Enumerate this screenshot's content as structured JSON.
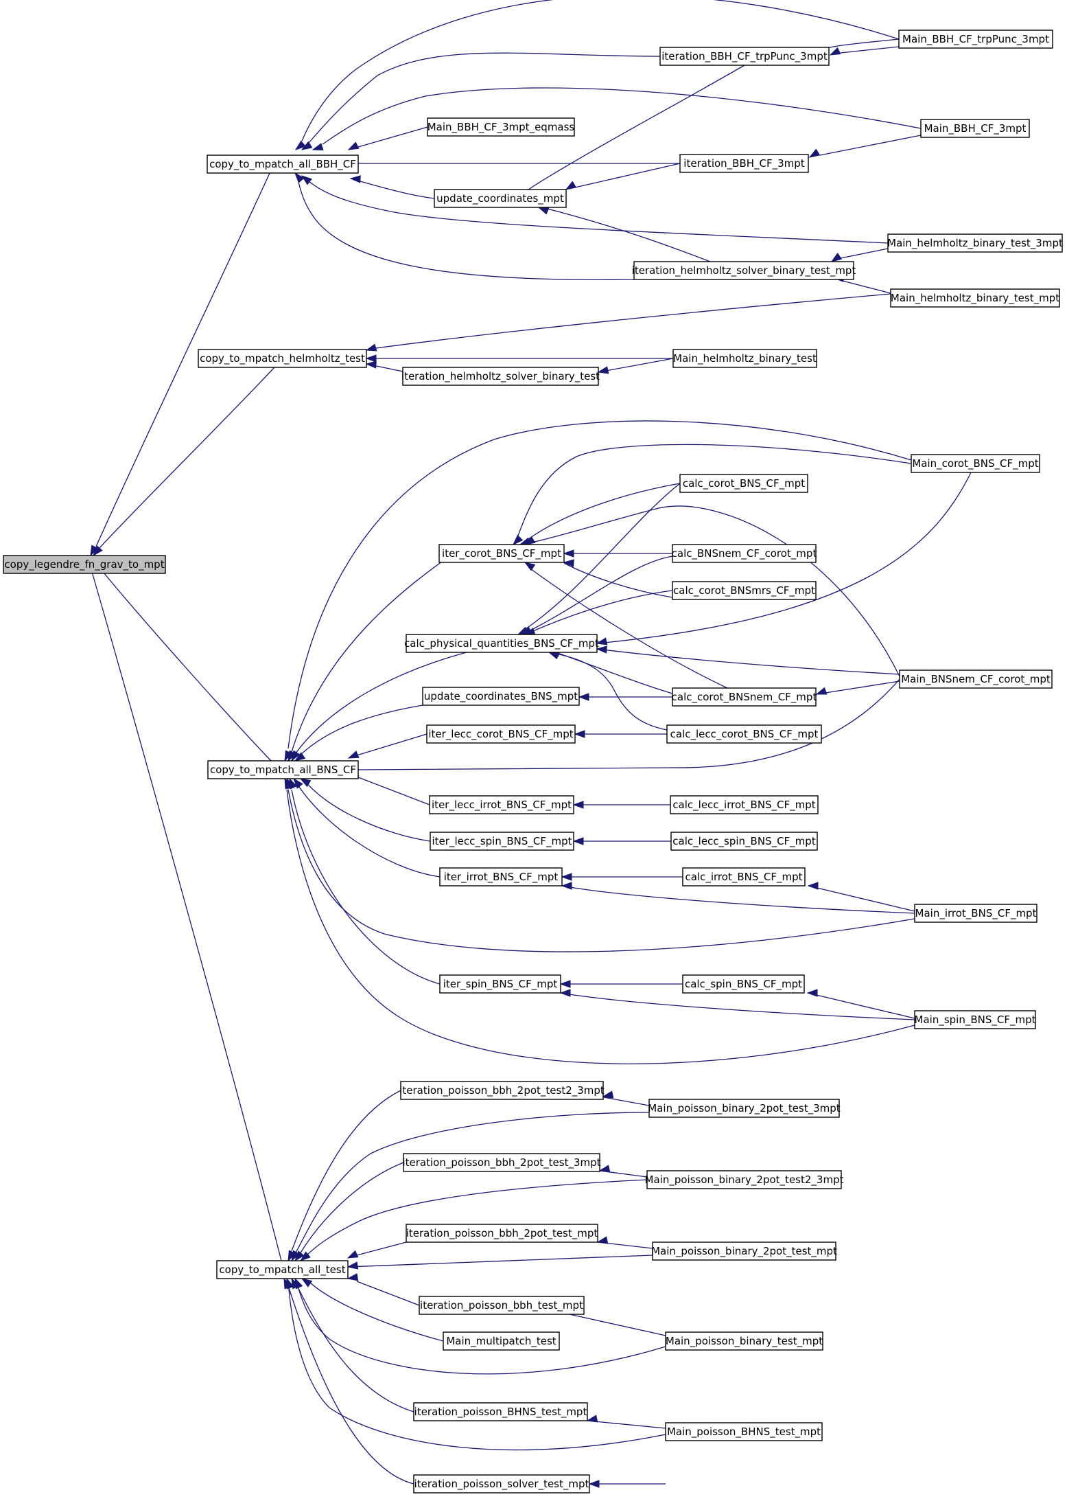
{
  "graph": {
    "root": "copy_legendre_fn_grav_to_mpt",
    "nodes": [
      {
        "id": "copy_legendre_fn_grav_to_mpt"
      },
      {
        "id": "copy_to_mpatch_all_BBH_CF"
      },
      {
        "id": "copy_to_mpatch_helmholtz_test"
      },
      {
        "id": "copy_to_mpatch_all_BNS_CF"
      },
      {
        "id": "copy_to_mpatch_all_test"
      },
      {
        "id": "iteration_BBH_CF_trpPunc_3mpt"
      },
      {
        "id": "Main_BBH_CF_trpPunc_3mpt"
      },
      {
        "id": "Main_BBH_CF_3mpt_eqmass"
      },
      {
        "id": "Main_BBH_CF_3mpt"
      },
      {
        "id": "iteration_BBH_CF_3mpt"
      },
      {
        "id": "update_coordinates_mpt"
      },
      {
        "id": "Main_helmholtz_binary_test_3mpt"
      },
      {
        "id": "iteration_helmholtz_solver_binary_test_mpt"
      },
      {
        "id": "Main_helmholtz_binary_test_mpt"
      },
      {
        "id": "iteration_helmholtz_solver_binary_test"
      },
      {
        "id": "Main_helmholtz_binary_test"
      },
      {
        "id": "Main_corot_BNS_CF_mpt"
      },
      {
        "id": "calc_corot_BNS_CF_mpt"
      },
      {
        "id": "iter_corot_BNS_CF_mpt"
      },
      {
        "id": "calc_BNSnem_CF_corot_mpt"
      },
      {
        "id": "calc_corot_BNSmrs_CF_mpt"
      },
      {
        "id": "calc_physical_quantities_BNS_CF_mpt"
      },
      {
        "id": "Main_BNSnem_CF_corot_mpt"
      },
      {
        "id": "update_coordinates_BNS_mpt"
      },
      {
        "id": "calc_corot_BNSnem_CF_mpt"
      },
      {
        "id": "iter_lecc_corot_BNS_CF_mpt"
      },
      {
        "id": "calc_lecc_corot_BNS_CF_mpt"
      },
      {
        "id": "iter_lecc_irrot_BNS_CF_mpt"
      },
      {
        "id": "calc_lecc_irrot_BNS_CF_mpt"
      },
      {
        "id": "iter_lecc_spin_BNS_CF_mpt"
      },
      {
        "id": "calc_lecc_spin_BNS_CF_mpt"
      },
      {
        "id": "iter_irrot_BNS_CF_mpt"
      },
      {
        "id": "calc_irrot_BNS_CF_mpt"
      },
      {
        "id": "Main_irrot_BNS_CF_mpt"
      },
      {
        "id": "iter_spin_BNS_CF_mpt"
      },
      {
        "id": "calc_spin_BNS_CF_mpt"
      },
      {
        "id": "Main_spin_BNS_CF_mpt"
      },
      {
        "id": "iteration_poisson_bbh_2pot_test2_3mpt"
      },
      {
        "id": "Main_poisson_binary_2pot_test_3mpt"
      },
      {
        "id": "iteration_poisson_bbh_2pot_test_3mpt"
      },
      {
        "id": "Main_poisson_binary_2pot_test2_3mpt"
      },
      {
        "id": "iteration_poisson_bbh_2pot_test_mpt"
      },
      {
        "id": "Main_poisson_binary_2pot_test_mpt"
      },
      {
        "id": "iteration_poisson_bbh_test_mpt"
      },
      {
        "id": "Main_multipatch_test"
      },
      {
        "id": "Main_poisson_binary_test_mpt"
      },
      {
        "id": "iteration_poisson_BHNS_test_mpt"
      },
      {
        "id": "Main_poisson_BHNS_test_mpt"
      },
      {
        "id": "iteration_poisson_solver_test_mpt"
      }
    ]
  }
}
